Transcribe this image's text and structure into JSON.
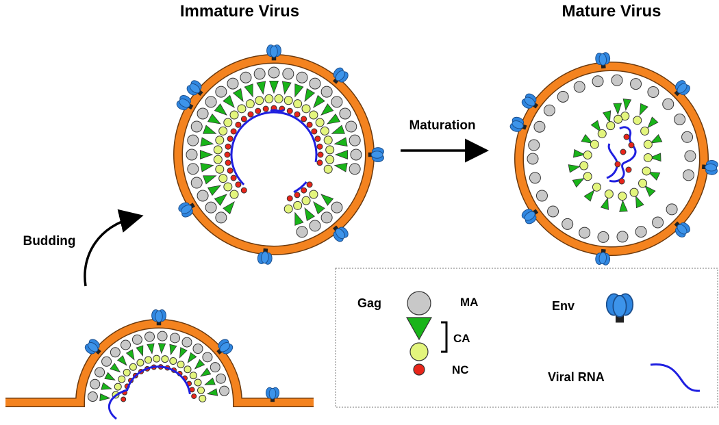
{
  "titles": {
    "immature": "Immature Virus",
    "mature": "Mature Virus"
  },
  "arrows": {
    "budding": "Budding",
    "maturation": "Maturation"
  },
  "legend": {
    "gag": "Gag",
    "ma": "MA",
    "ca": "CA",
    "nc": "NC",
    "env": "Env",
    "rna": "Viral RNA"
  },
  "colors": {
    "membrane": "#F4831F",
    "membrane_stroke": "#6b3a0f",
    "ma": "#C8C8C8",
    "ca": "#19B419",
    "nc_yellow": "#E3F57D",
    "nc_red": "#E8251A",
    "env": "#2F86E0",
    "env_dark": "#1B4E8C",
    "rna": "#1F1FE0"
  }
}
